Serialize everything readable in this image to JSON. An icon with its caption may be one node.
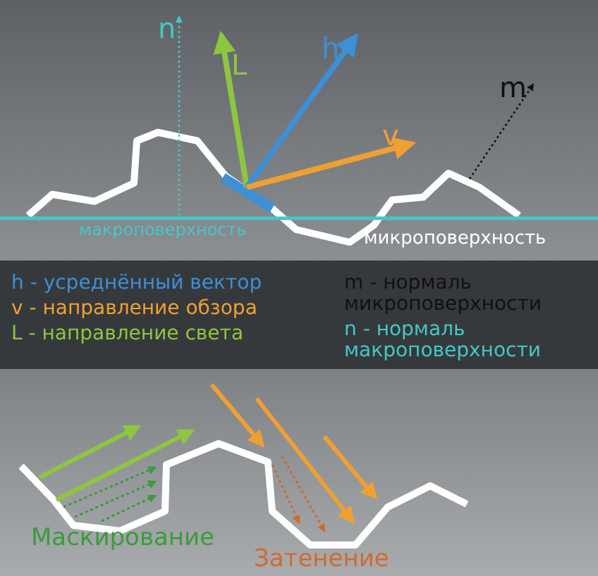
{
  "diagram": {
    "labels": [
      "n",
      "h",
      "L",
      "m",
      "v",
      "макроповерхность",
      "микроповерхность",
      "h - усреднённый вектор",
      "m - нормаль микроповерхности",
      "v - направление обзора",
      "n - нормаль макроповерхности",
      "L - направление света",
      "Маскирование",
      "Затенение"
    ]
  }
}
